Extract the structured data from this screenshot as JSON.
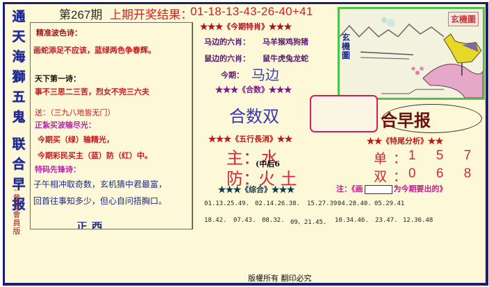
{
  "vertical_title": [
    "通",
    "天",
    "海",
    "獅",
    "五",
    "鬼",
    "联",
    "合",
    "早",
    "报"
  ],
  "vertical_subtitle": "--黄金會員版",
  "header": {
    "issue": "第267期",
    "last_result_label": "上期开奖结果：",
    "last_result_numbers": "01-18-13-43-26-40+41"
  },
  "poems": {
    "wave_poem_title": "精准波色诗：",
    "wave_poem_line": "画蛇添足不应该，蓝绿两色争春辉。",
    "first_poem_title": "天下第一诗：",
    "first_poem_line": "事不三思二三苦，烈女不完三六夫",
    "send_line": "送：（三九八地皆无门）",
    "buy_wave_title": "正紮买波输尽光：",
    "buy_wave_line1": "今期买（绿）输精光，",
    "buy_wave_line2": "今期彩民买主（蓝）防（红）中。",
    "special_title": "特码先锋诗：",
    "special_line1": "子午相冲取奇数，玄机猜中君最富，",
    "special_line2": "回首往事知多少，但心自问捂胸口。",
    "bottom_partial": "正 西"
  },
  "zodiac": {
    "header": "★★★《今期特肖》★★★",
    "horse_side_label": "马边的六肖：",
    "horse_side_value": "马羊猴鸡狗猪",
    "rat_side_label": "鼠边的六肖：",
    "rat_side_value": "鼠牛虎兔龙蛇",
    "this_issue_label": "今期：",
    "this_issue_value": "马边"
  },
  "sum": {
    "header": "★★★《合数》★★★",
    "value": "合数双"
  },
  "five_elements": {
    "header": "★★★《五行長消》★★",
    "main_label": "主：",
    "main_value": "水",
    "guard_label": "防：",
    "guard_value": "火 土",
    "overlay": "(中后6"
  },
  "picture": {
    "seal": "玄機圖",
    "side_label": "玄機圖"
  },
  "brand": "合早报",
  "tail_analysis": {
    "header": "★★《特尾分析》★★",
    "odd_label": "单：",
    "odd_value": "1 5 7",
    "even_label": "双：",
    "even_value": "0 6 8"
  },
  "combo": {
    "header": "★★★《综合》★★★",
    "note_prefix": "注：《画",
    "note_suffix": "为今期要出的》",
    "row1": [
      "01.13.25.49.",
      "02.14.26.38.",
      "15.27.39.",
      "04.28.40.",
      "05.29.41"
    ],
    "row2": [
      "18.42.",
      "07.43.",
      "08.32.",
      "09、21.45.",
      "10.34.46.",
      "23.47.",
      "12.36.48"
    ]
  },
  "footer": "版權所有  翻印必究",
  "colors": {
    "background": "#fdf8d8",
    "border": "#1c1f6e",
    "red": "#c8181e",
    "blue": "#1d2a9c",
    "purple": "#b22aa8",
    "green_frame": "#4dc24d"
  }
}
